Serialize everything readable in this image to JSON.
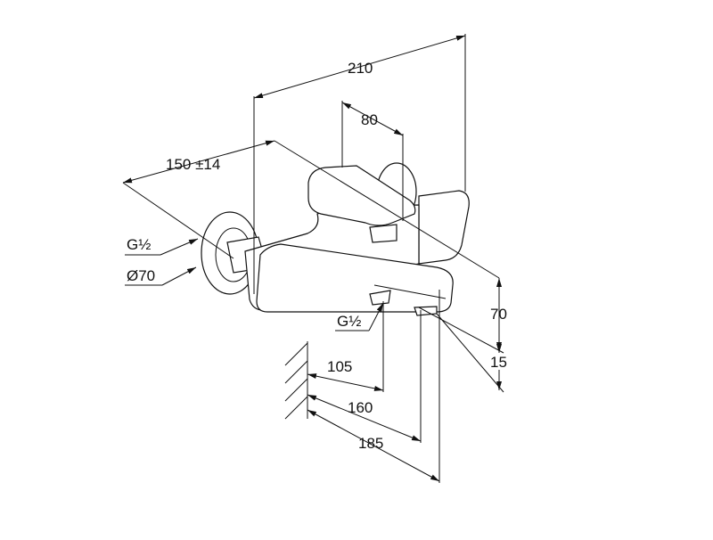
{
  "drawing": {
    "dimensions": {
      "overall_width": "210",
      "handle_width": "80",
      "center_distance": "150 ±14",
      "inlet_thread": "G½",
      "rosette_diameter": "Ø70",
      "outlet_thread": "G½",
      "height": "70",
      "outlet_offset": "15",
      "outlet_projection": "105",
      "spout_projection": "160",
      "total_projection": "185"
    }
  }
}
